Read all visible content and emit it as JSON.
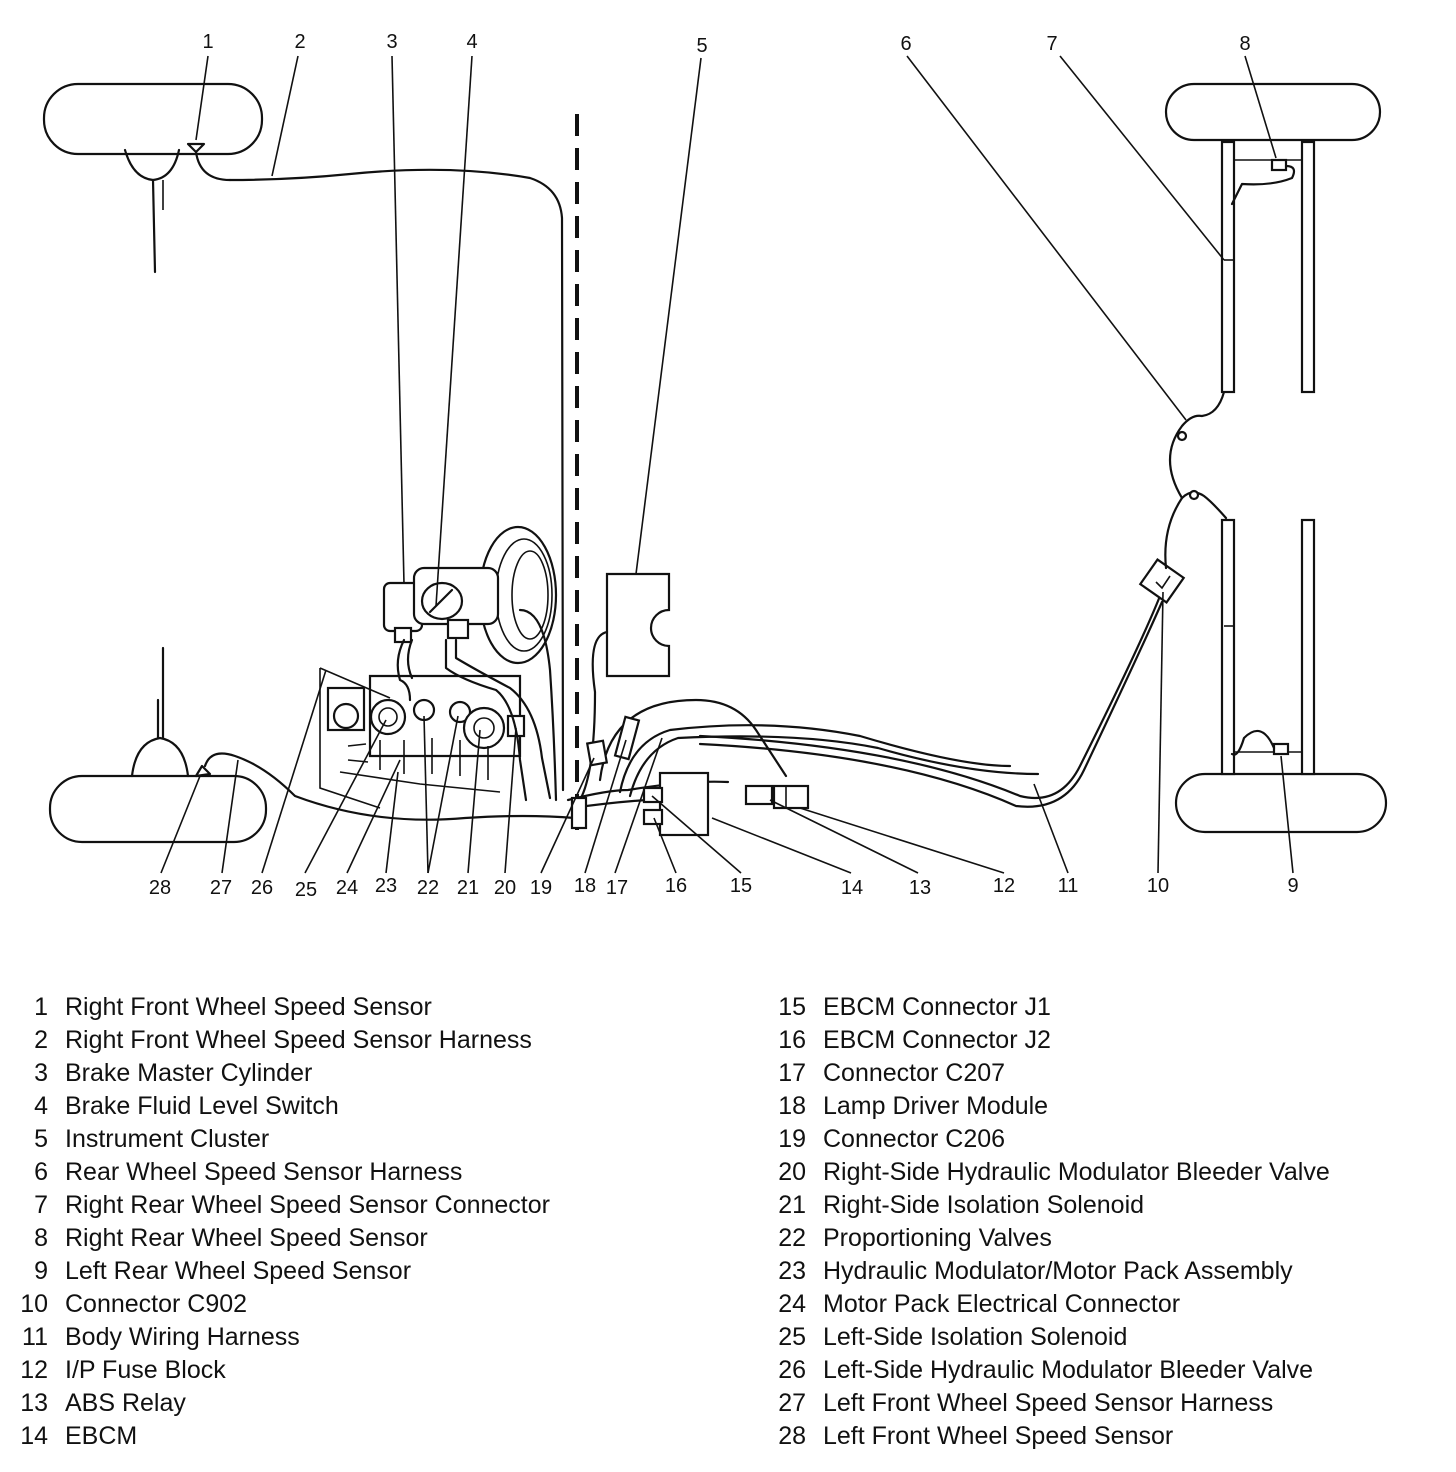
{
  "callouts": [
    "1",
    "2",
    "3",
    "4",
    "5",
    "6",
    "7",
    "8",
    "9",
    "10",
    "11",
    "12",
    "13",
    "14",
    "15",
    "16",
    "17",
    "18",
    "19",
    "20",
    "21",
    "22",
    "23",
    "24",
    "25",
    "26",
    "27",
    "28"
  ],
  "legend_left": [
    {
      "num": "1",
      "label": "Right Front Wheel Speed Sensor"
    },
    {
      "num": "2",
      "label": "Right Front Wheel Speed Sensor Harness"
    },
    {
      "num": "3",
      "label": "Brake Master Cylinder"
    },
    {
      "num": "4",
      "label": "Brake Fluid Level Switch"
    },
    {
      "num": "5",
      "label": "Instrument Cluster"
    },
    {
      "num": "6",
      "label": "Rear Wheel Speed Sensor Harness"
    },
    {
      "num": "7",
      "label": "Right Rear Wheel Speed Sensor Connector"
    },
    {
      "num": "8",
      "label": "Right Rear Wheel Speed Sensor"
    },
    {
      "num": "9",
      "label": "Left Rear Wheel Speed Sensor"
    },
    {
      "num": "10",
      "label": "Connector C902"
    },
    {
      "num": "11",
      "label": "Body Wiring Harness"
    },
    {
      "num": "12",
      "label": "I/P Fuse Block"
    },
    {
      "num": "13",
      "label": "ABS Relay"
    },
    {
      "num": "14",
      "label": "EBCM"
    }
  ],
  "legend_right": [
    {
      "num": "15",
      "label": "EBCM Connector J1"
    },
    {
      "num": "16",
      "label": "EBCM Connector J2"
    },
    {
      "num": "17",
      "label": "Connector C207"
    },
    {
      "num": "18",
      "label": "Lamp Driver Module"
    },
    {
      "num": "19",
      "label": "Connector C206"
    },
    {
      "num": "20",
      "label": "Right-Side Hydraulic Modulator Bleeder Valve"
    },
    {
      "num": "21",
      "label": "Right-Side Isolation Solenoid"
    },
    {
      "num": "22",
      "label": "Proportioning Valves"
    },
    {
      "num": "23",
      "label": "Hydraulic Modulator/Motor Pack Assembly"
    },
    {
      "num": "24",
      "label": "Motor Pack Electrical Connector"
    },
    {
      "num": "25",
      "label": "Left-Side Isolation Solenoid"
    },
    {
      "num": "26",
      "label": "Left-Side Hydraulic Modulator Bleeder Valve"
    },
    {
      "num": "27",
      "label": "Left Front Wheel Speed Sensor Harness"
    },
    {
      "num": "28",
      "label": "Left Front Wheel Speed Sensor"
    }
  ]
}
